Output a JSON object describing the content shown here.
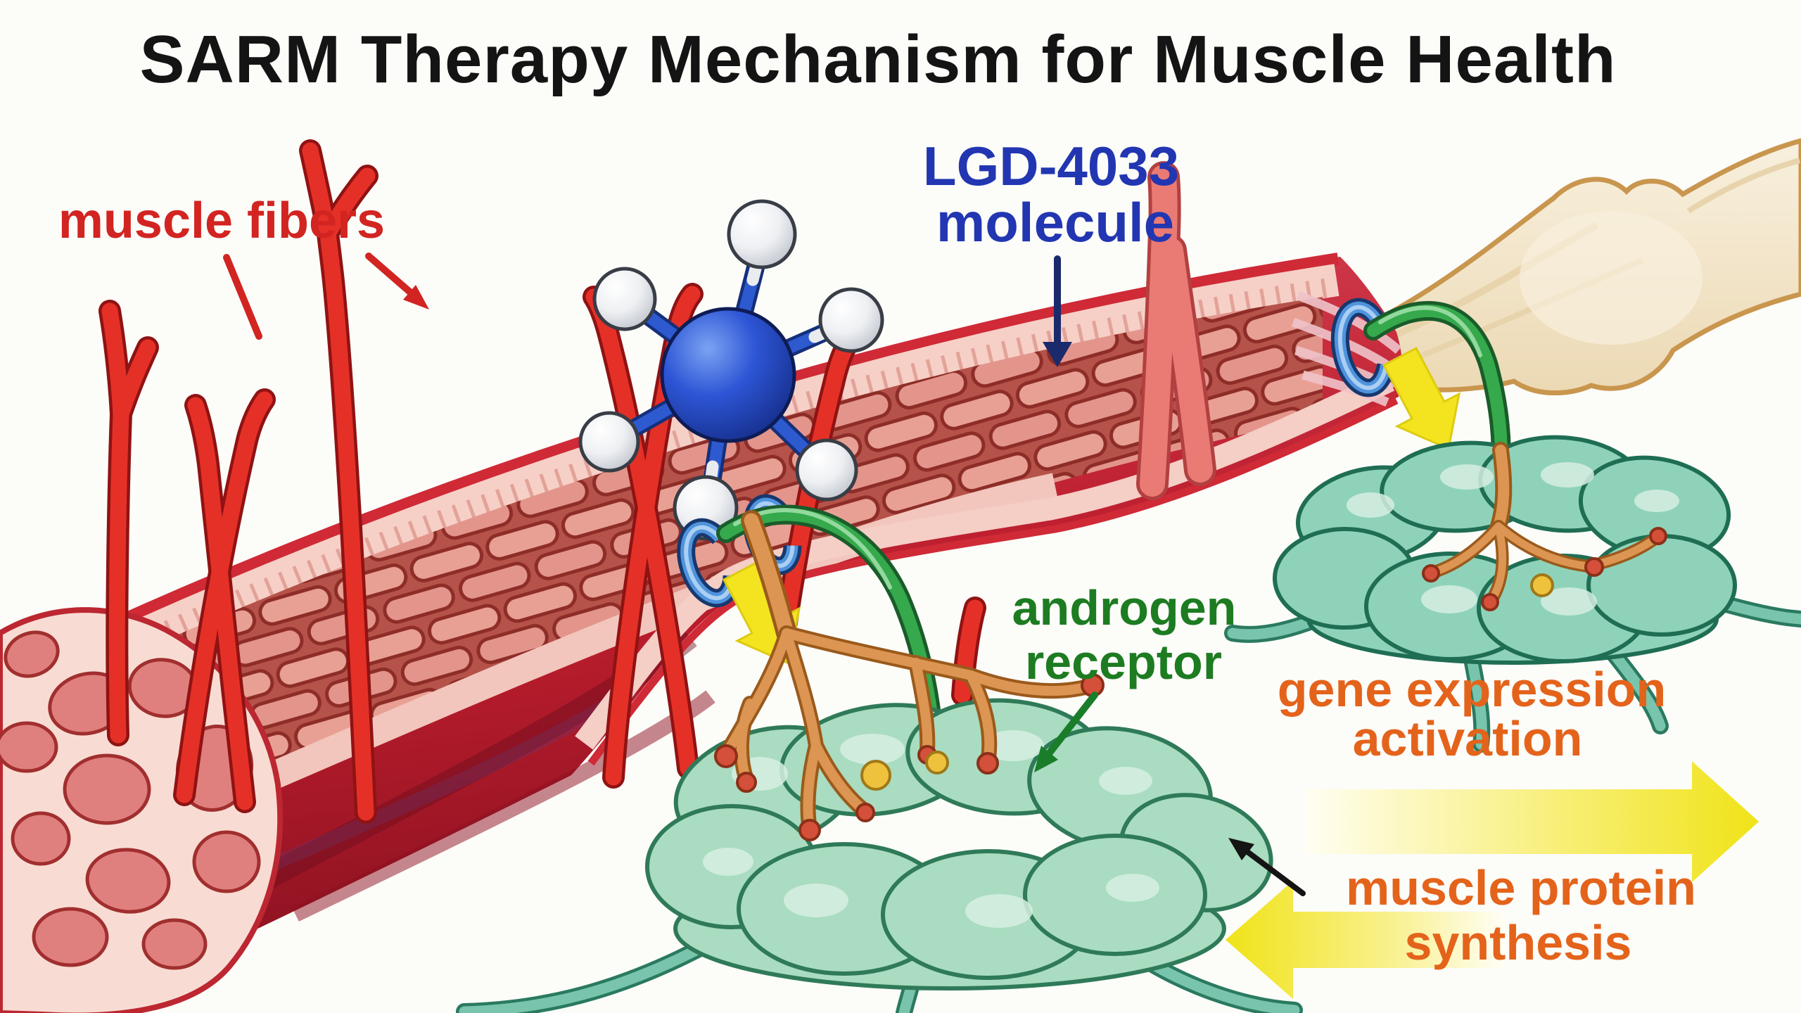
{
  "title": {
    "text": "SARM Therapy Mechanism for Muscle Health",
    "color": "#141414"
  },
  "labels": {
    "muscle_fibers": {
      "text": "muscle fibers",
      "color": "#d22421"
    },
    "molecule": {
      "line1": "LGD-4033",
      "line2": "molecule",
      "color": "#2236b2"
    },
    "androgen_receptor": {
      "line1": "androgen",
      "line2": "receptor",
      "color": "#1d7c21"
    },
    "gene_expression": {
      "line1": "gene expression",
      "line2": "activation",
      "color": "#e4631b"
    },
    "muscle_protein": {
      "line1": "muscle protein",
      "line2": "synthesis",
      "color": "#e4631b"
    }
  },
  "figure": {
    "palette": {
      "muscle_red": "#c22330",
      "fiber_red": "#e53028",
      "bone_beige": "#f3e7cf",
      "receptor_green": "#9fd8bd",
      "molecule_blue": "#2d55d5",
      "channel_blue": "#4f93dd",
      "arrow_yellow": "#f2e41e",
      "branch_tan": "#dc9552"
    }
  }
}
